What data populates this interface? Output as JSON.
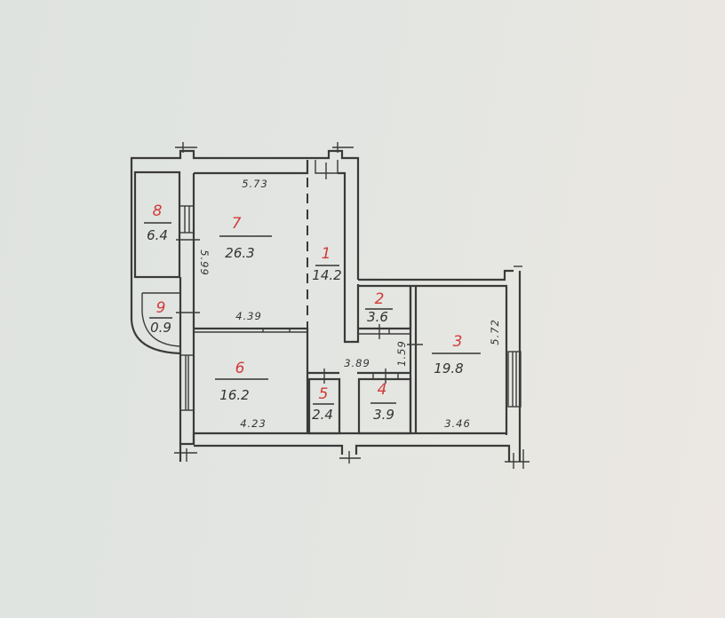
{
  "floor_plan": {
    "rooms": [
      {
        "id": "1",
        "number": "1",
        "area": "14.2"
      },
      {
        "id": "2",
        "number": "2",
        "area": "3.6"
      },
      {
        "id": "3",
        "number": "3",
        "area": "19.8"
      },
      {
        "id": "4",
        "number": "4",
        "area": "3.9"
      },
      {
        "id": "5",
        "number": "5",
        "area": "2.4"
      },
      {
        "id": "6",
        "number": "6",
        "area": "16.2"
      },
      {
        "id": "7",
        "number": "7",
        "area": "26.3"
      },
      {
        "id": "8",
        "number": "8",
        "area": "6.4"
      },
      {
        "id": "9",
        "number": "9",
        "area": "0.9"
      }
    ],
    "dimensions": {
      "room7_width": "5.73",
      "room7_height": "5.99",
      "room7_bottom": "4.39",
      "room6_bottom": "4.23",
      "corridor": "3.89",
      "room2_side": "1.59",
      "room3_height": "5.72",
      "room3_bottom": "3.46"
    },
    "colors": {
      "room_number": "#d23a3a",
      "lines": "#3a3a3a",
      "paper": "#e2e5e1"
    }
  }
}
